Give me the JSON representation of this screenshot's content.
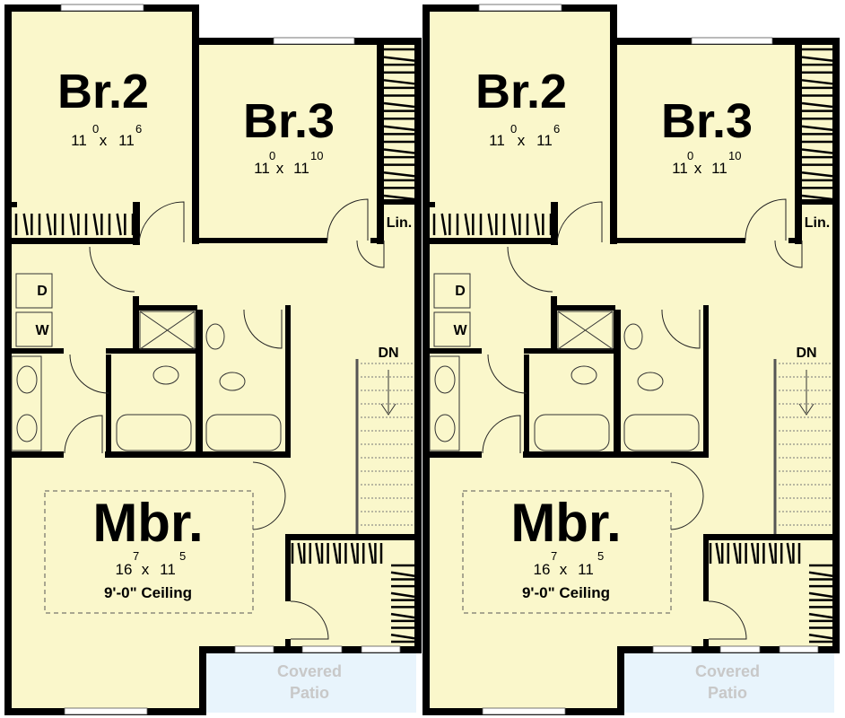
{
  "colors": {
    "floor": "#faf7cb",
    "wall": "#000000",
    "patio": "#e8f4fc",
    "patio_text": "#c8c8c8"
  },
  "units": [
    {
      "br2": {
        "label": "Br.2",
        "w": "11",
        "w_in": "0",
        "x": "x",
        "l": "11",
        "l_in": "6"
      },
      "br3": {
        "label": "Br.3",
        "w": "11",
        "w_in": "0",
        "x": "x",
        "l": "11",
        "l_in": "10"
      },
      "linen": "Lin.",
      "dryer": "D",
      "washer": "W",
      "stairs": "DN",
      "mbr": {
        "label": "Mbr.",
        "w": "16",
        "w_in": "7",
        "x": "x",
        "l": "11",
        "l_in": "5",
        "ceiling": "9'-0\" Ceiling"
      },
      "patio": {
        "line1": "Covered",
        "line2": "Patio"
      }
    },
    {
      "br2": {
        "label": "Br.2",
        "w": "11",
        "w_in": "0",
        "x": "x",
        "l": "11",
        "l_in": "6"
      },
      "br3": {
        "label": "Br.3",
        "w": "11",
        "w_in": "0",
        "x": "x",
        "l": "11",
        "l_in": "10"
      },
      "linen": "Lin.",
      "dryer": "D",
      "washer": "W",
      "stairs": "DN",
      "mbr": {
        "label": "Mbr.",
        "w": "16",
        "w_in": "7",
        "x": "x",
        "l": "11",
        "l_in": "5",
        "ceiling": "9'-0\" Ceiling"
      },
      "patio": {
        "line1": "Covered",
        "line2": "Patio"
      }
    }
  ]
}
